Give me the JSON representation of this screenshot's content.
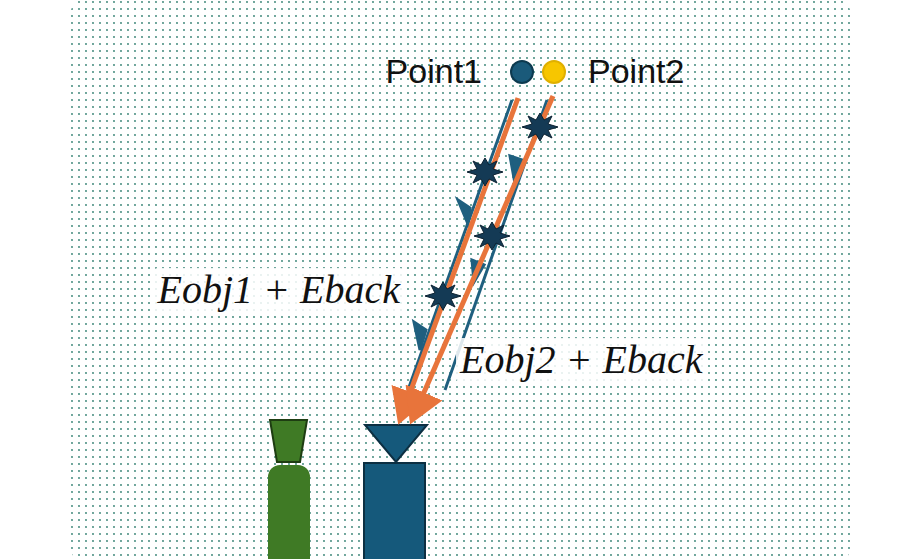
{
  "diagram": {
    "nodes": [
      {
        "text": [
          "Point1"
        ]
      },
      {
        "text": [
          "Point2"
        ]
      }
    ],
    "labels": [
      "Eobj1 + Eback",
      "Eobj2 + Eback"
    ]
  }
}
